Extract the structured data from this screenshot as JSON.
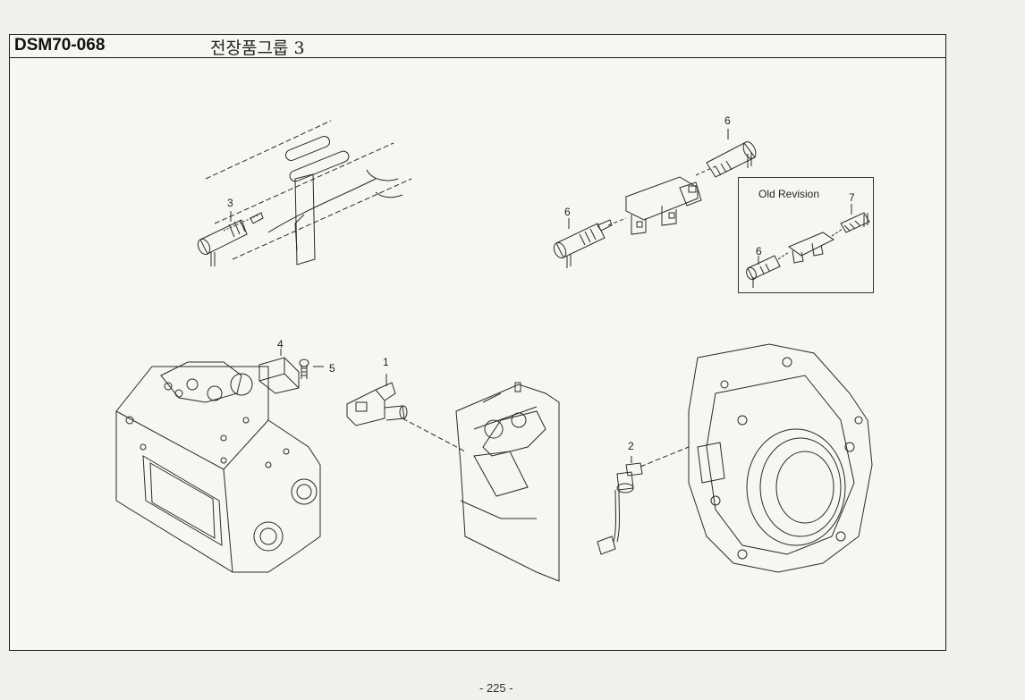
{
  "header": {
    "code": "DSM70-068",
    "title": "전장품그룹 3"
  },
  "inset": {
    "title": "Old Revision"
  },
  "callouts": [
    "1",
    "2",
    "3",
    "4",
    "5",
    "6",
    "6",
    "6",
    "7"
  ],
  "footer": {
    "page_number": "- 225 -"
  }
}
